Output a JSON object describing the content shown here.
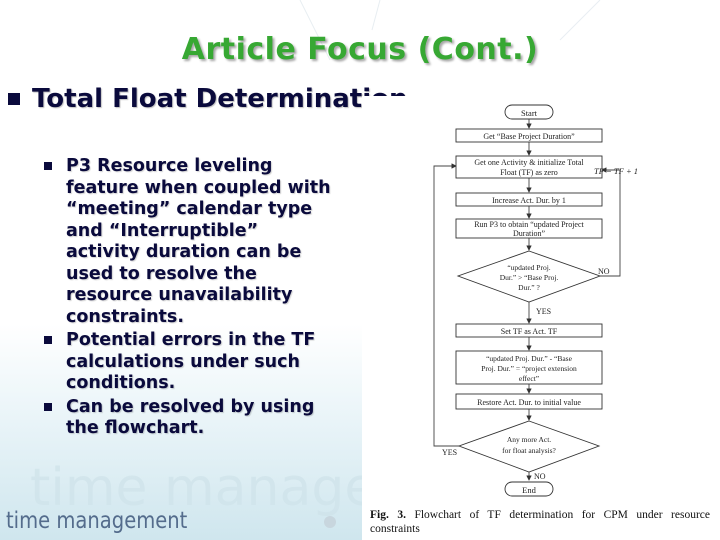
{
  "slide": {
    "title": "Article Focus  (Cont.)",
    "main_bullet": "Total Float Determination",
    "sub_bullets": [
      "P3 Resource leveling feature  when coupled with “meeting” calendar type and “Interruptible” activity duration can be used to resolve the resource unavailability constraints.",
      "Potential errors in the TF calculations under such conditions.",
      "Can be resolved by using the flowchart."
    ],
    "footer_text": "time management",
    "colors": {
      "title": "#37a833",
      "text": "#0a0a3c",
      "footer": "#546c8c"
    }
  },
  "figure": {
    "caption_label": "Fig.  3.",
    "caption_text": " Flowchart  of  TF  determination  for  CPM  under  resource constraints",
    "nodes": {
      "start": "Start",
      "get_base": "Get “Base Project Duration”",
      "init1": "Get one Activity & initialize Total",
      "init2": "Float (TF) as zero",
      "tf_formula": "TF = TF + 1",
      "increase": "Increase Act. Dur. by 1",
      "run1": "Run P3 to obtain “updated Project",
      "run2": "Duration”",
      "d1a": "“updated Proj.",
      "d1b": "Dur.” > “Base Proj.",
      "d1c": "Dur.” ?",
      "no1": "NO",
      "yes1": "YES",
      "set_tf": "Set TF as Act. TF",
      "ext1": "“updated Proj. Dur.” - “Base",
      "ext2": "Proj. Dur.” = “project extension",
      "ext3": "effect”",
      "restore": "Restore Act. Dur. to initial value",
      "d2a": "Any more Act.",
      "d2b": "for float analysis?",
      "yes2": "YES",
      "no2": "NO",
      "end": "End"
    }
  }
}
